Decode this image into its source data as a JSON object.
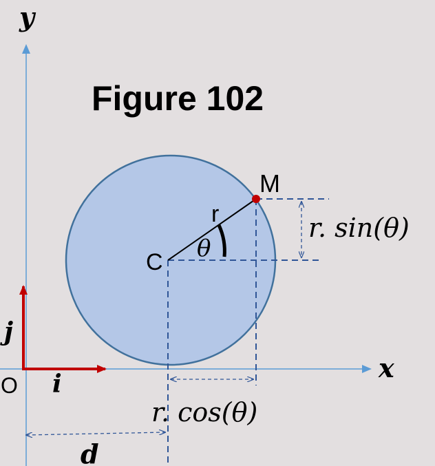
{
  "figure": {
    "title": "Figure 102",
    "labels": {
      "y_axis": "y",
      "x_axis": "x",
      "origin": "O",
      "unit_i": "i",
      "unit_j": "j",
      "center": "C",
      "point": "M",
      "radius": "r",
      "angle": "θ",
      "r_sin": "r. sin(θ)",
      "r_cos": "r. cos(θ)",
      "distance": "d"
    },
    "colors": {
      "background": "#e3dfe0",
      "circle_fill": "#b4c7e7",
      "circle_stroke": "#41719c",
      "axis": "#5b9bd5",
      "unit_vector": "#c00000",
      "point": "#c00000",
      "dashed": "#2f5597"
    }
  }
}
